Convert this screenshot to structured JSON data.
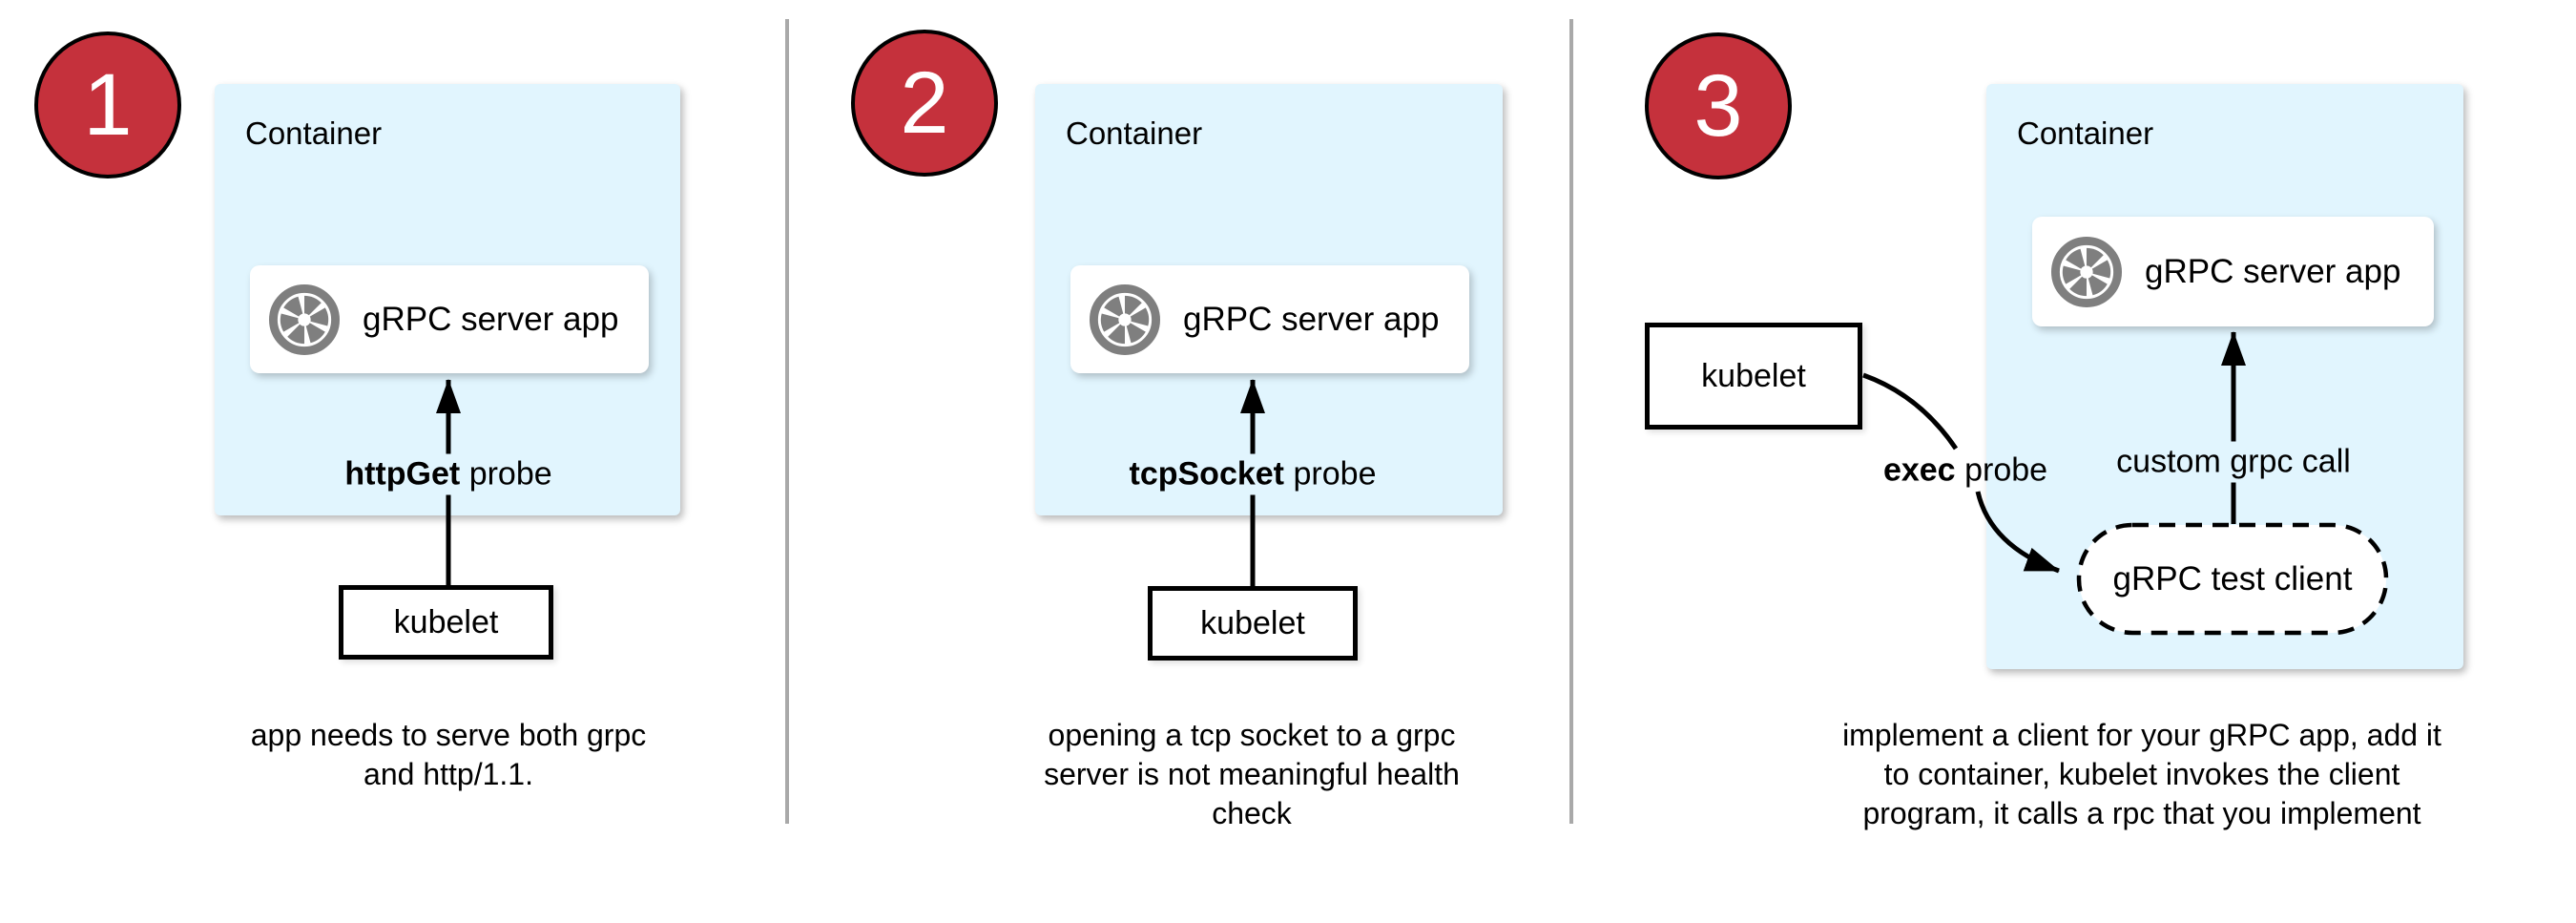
{
  "colors": {
    "container_fill": "#e1f5fe",
    "badge_red": "#c5313c",
    "divider_gray": "#a9a9a9",
    "icon_gray": "#7f7f7f",
    "line_black": "#000000"
  },
  "panels": [
    {
      "badge": "1",
      "container_label": "Container",
      "app_label": "gRPC server app",
      "probe_bold": "httpGet",
      "probe_rest": "probe",
      "kubelet_label": "kubelet",
      "caption": "app needs to serve both grpc\nand http/1.1."
    },
    {
      "badge": "2",
      "container_label": "Container",
      "app_label": "gRPC server app",
      "probe_bold": "tcpSocket",
      "probe_rest": "probe",
      "kubelet_label": "kubelet",
      "caption": "opening a tcp socket to a grpc\nserver is not meaningful health\ncheck"
    },
    {
      "badge": "3",
      "container_label": "Container",
      "app_label": "gRPC server app",
      "probe_bold": "exec",
      "probe_rest": "probe",
      "kubelet_label": "kubelet",
      "call_label": "custom grpc call",
      "test_client_label": "gRPC test client",
      "caption": "implement a client for your gRPC app, add it\nto container, kubelet invokes the client\nprogram, it calls a rpc that you implement"
    }
  ]
}
